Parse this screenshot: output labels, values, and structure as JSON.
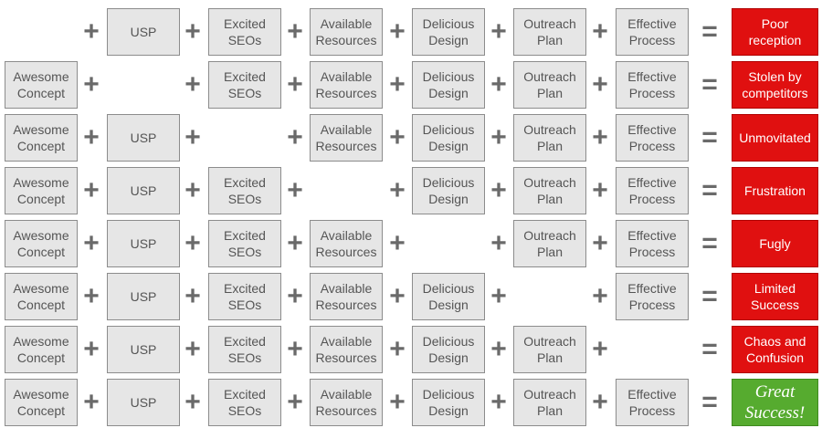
{
  "components": [
    "Awesome Concept",
    "USP",
    "Excited SEOs",
    "Available Resources",
    "Delicious Design",
    "Outreach Plan",
    "Effective Process"
  ],
  "operator_plus": "+",
  "operator_equals": "=",
  "colors": {
    "failure": "#e01010",
    "success": "#56ab2f",
    "box_fill": "#e6e6e6",
    "box_border": "#8c8c8c"
  },
  "rows": [
    {
      "missing": 0,
      "result": "Poor reception",
      "success": false
    },
    {
      "missing": 1,
      "result": "Stolen by competitors",
      "success": false
    },
    {
      "missing": 2,
      "result": "Unmovitated",
      "success": false
    },
    {
      "missing": 3,
      "result": "Frustration",
      "success": false
    },
    {
      "missing": 4,
      "result": "Fugly",
      "success": false
    },
    {
      "missing": 5,
      "result": "Limited Success",
      "success": false
    },
    {
      "missing": 6,
      "result": "Chaos and Confusion",
      "success": false
    },
    {
      "missing": -1,
      "result": "Great Success!",
      "success": true
    }
  ]
}
